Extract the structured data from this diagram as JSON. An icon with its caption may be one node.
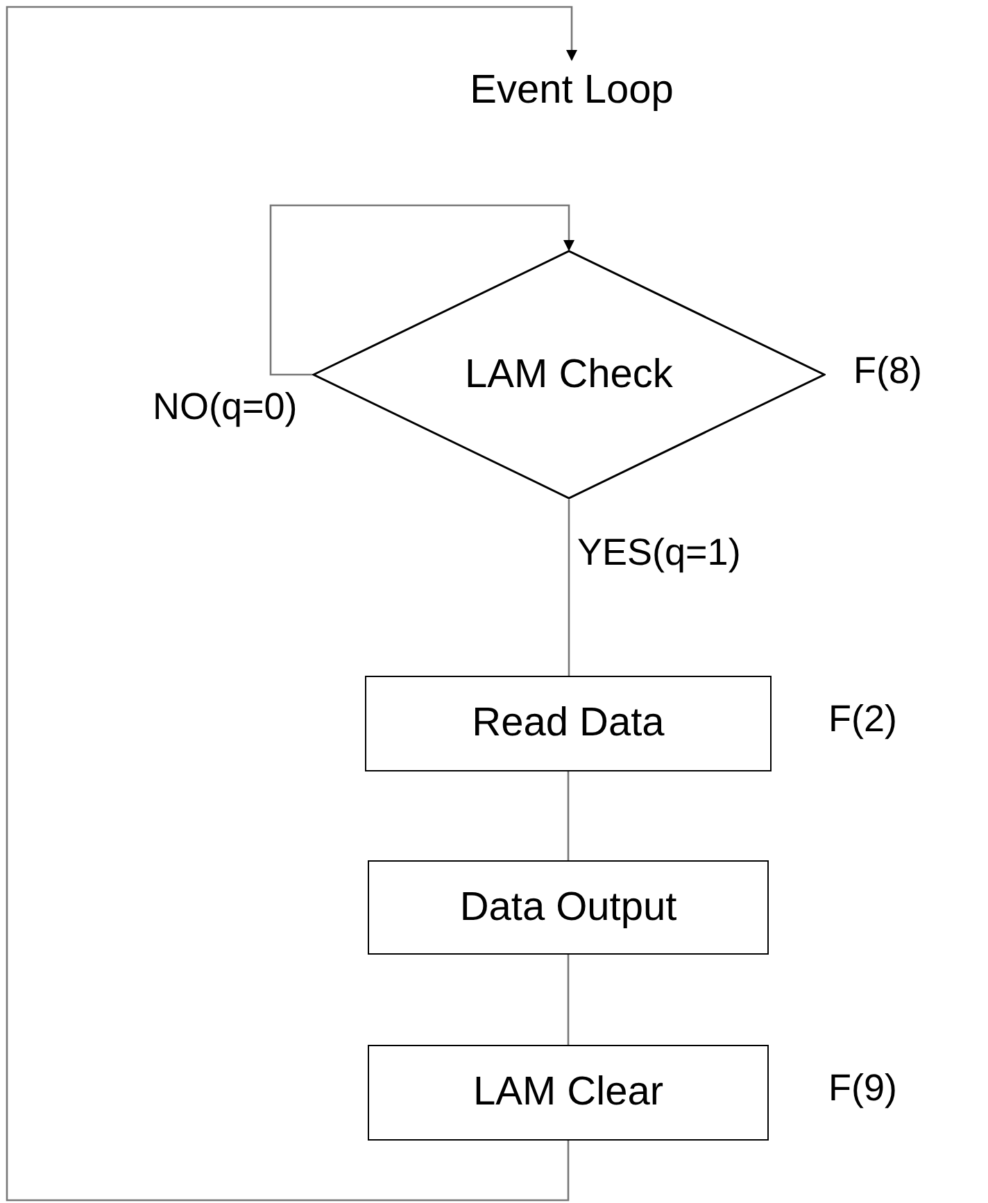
{
  "diagram": {
    "nodes": [
      {
        "text": [
          "Event Loop"
        ]
      },
      {
        "text": [
          "LAM Check"
        ],
        "beside": [
          "F(8)"
        ]
      },
      {
        "text": [
          "Read Data"
        ],
        "beside": [
          "F(2)"
        ]
      },
      {
        "text": [
          "Data Output"
        ]
      },
      {
        "text": [
          "LAM Clear"
        ],
        "beside": [
          "F(9)"
        ]
      }
    ],
    "edges": [
      {
        "from": 1,
        "to": 1,
        "arrow": "to",
        "label": "NO(q=0)"
      },
      {
        "from": 1,
        "to": 2,
        "arrow": "none",
        "label": "YES(q=1)"
      },
      {
        "from": 2,
        "to": 3,
        "arrow": "none"
      },
      {
        "from": 3,
        "to": 4,
        "arrow": "none"
      },
      {
        "from": 4,
        "to": 0,
        "arrow": "to"
      }
    ]
  }
}
